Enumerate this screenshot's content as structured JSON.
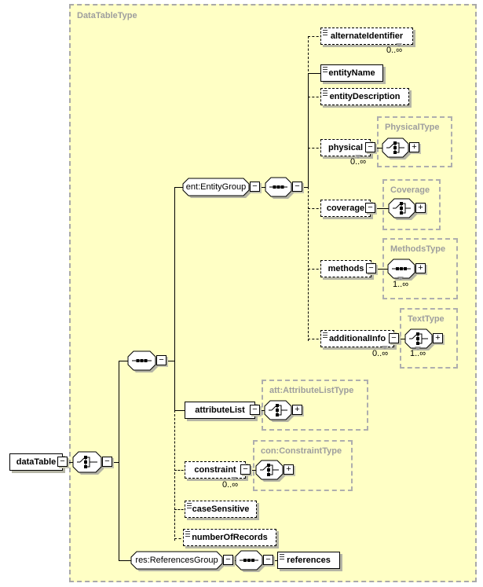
{
  "container": {
    "label": "DataTableType"
  },
  "icons": {
    "collapse-icon": "−",
    "expand-icon": "+",
    "text-content-icon": "three-lines"
  },
  "nodes": {
    "dataTable": {
      "label": "dataTable"
    },
    "entityGroup": {
      "label": "ent:EntityGroup"
    },
    "alternateIdentifier": {
      "label": "alternateIdentifier",
      "cardinality": "0..∞"
    },
    "entityName": {
      "label": "entityName"
    },
    "entityDescription": {
      "label": "entityDescription"
    },
    "physical": {
      "label": "physical",
      "cardinality": "0..∞",
      "type": "PhysicalType"
    },
    "coverage": {
      "label": "coverage",
      "type": "Coverage"
    },
    "methods": {
      "label": "methods",
      "type": "MethodsType",
      "type_cardinality": "1..∞"
    },
    "additionalInfo": {
      "label": "additionalInfo",
      "cardinality": "0..∞",
      "type": "TextType",
      "type_cardinality": "1..∞"
    },
    "attributeList": {
      "label": "attributeList",
      "type": "att:AttributeListType"
    },
    "constraint": {
      "label": "constraint",
      "cardinality": "0..∞",
      "type": "con:ConstraintType"
    },
    "caseSensitive": {
      "label": "caseSensitive"
    },
    "numberOfRecords": {
      "label": "numberOfRecords"
    },
    "referencesGroup": {
      "label": "res:ReferencesGroup"
    },
    "references": {
      "label": "references"
    }
  }
}
